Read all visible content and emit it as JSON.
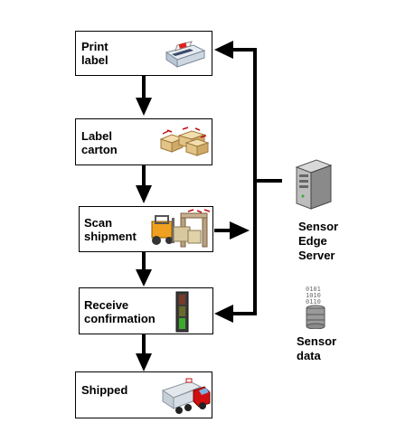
{
  "steps": [
    {
      "line1": "Print",
      "line2": "label",
      "icon": "printer-icon"
    },
    {
      "line1": "Label",
      "line2": "carton",
      "icon": "cartons-icon"
    },
    {
      "line1": "Scan",
      "line2": "shipment",
      "icon": "forklift-reader-icon"
    },
    {
      "line1": "Receive",
      "line2": "confirmation",
      "icon": "signal-light-icon"
    },
    {
      "line1": "Shipped",
      "line2": "",
      "icon": "truck-icon"
    }
  ],
  "server": {
    "line1": "Sensor",
    "line2": "Edge",
    "line3": "Server",
    "icon": "server-tower-icon"
  },
  "sensor_data": {
    "line1": "Sensor",
    "line2": "data",
    "icon": "database-icon"
  },
  "colors": {
    "stroke": "#000000",
    "server_gray": "#8a8a8a",
    "truck_red": "#d01010",
    "light_green": "#3caa2a"
  }
}
